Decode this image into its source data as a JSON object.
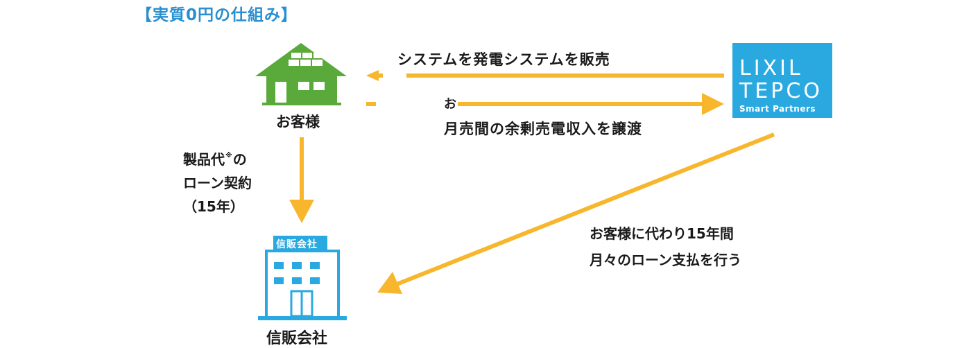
{
  "title": "【実質0円の仕組み】",
  "nodes": {
    "customer": "お客様",
    "bank_sign": "信販会社",
    "bank": "信販会社",
    "company_logo": {
      "line1": "LIXIL",
      "line2": "TEPCO",
      "line3": "Smart Partners"
    }
  },
  "flows": {
    "sell": "システムを発電システムを販売",
    "transfer_prefix": "お",
    "transfer": "月売間の余剰売電収入を譲渡",
    "loan": [
      "製品代※のローン契約",
      "（15年）"
    ],
    "loan_line1_a": "製品代",
    "loan_line1_mark": "※",
    "loan_line1_b": "の",
    "loan_line2": "ローン契約",
    "loan_line3": "（15年）",
    "pay_line1": "お客様に代わり15年間",
    "pay_line2": "月々のローン支払を行う"
  },
  "colors": {
    "arrow": "#f8b62d",
    "house": "#5aaa3b",
    "building": "#29a9e0",
    "title": "#2a8fd0"
  }
}
